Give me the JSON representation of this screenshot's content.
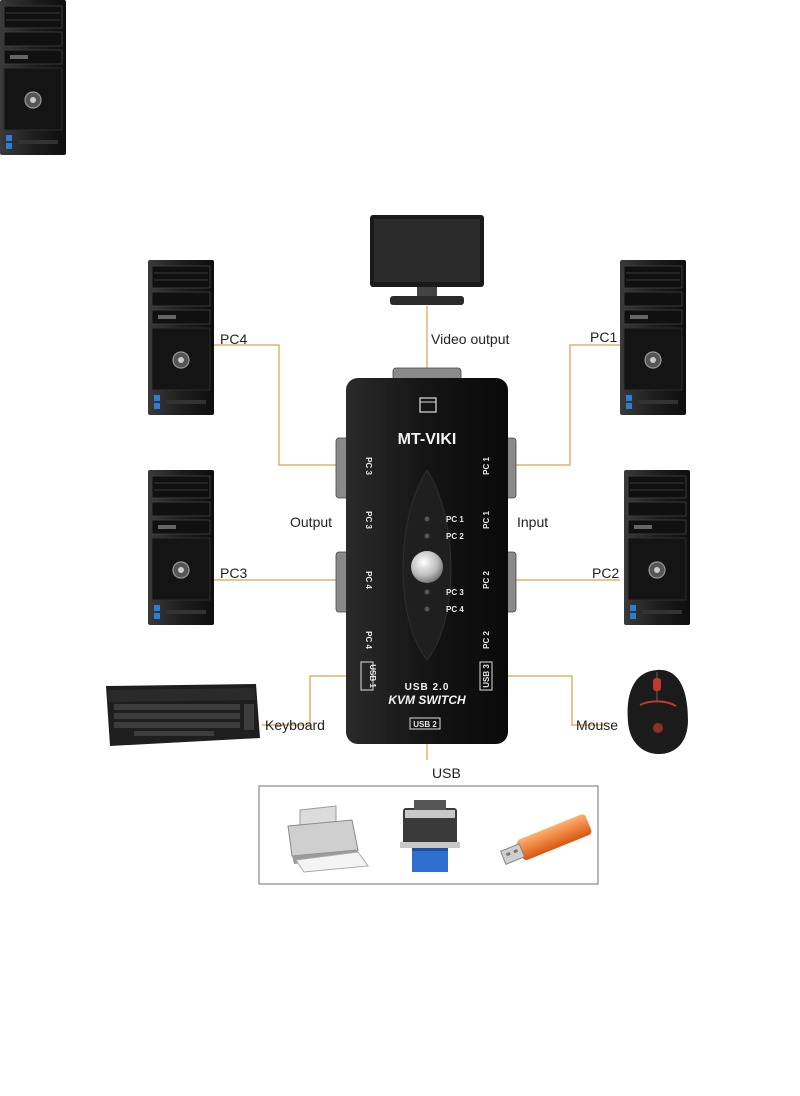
{
  "labels": {
    "pc4": "PC4",
    "pc1": "PC1",
    "pc3": "PC3",
    "pc2": "PC2",
    "video_output": "Video output",
    "output": "Output",
    "input": "Input",
    "keyboard": "Keyboard",
    "mouse": "Mouse",
    "usb": "USB"
  },
  "device": {
    "brand": "MT-VIKI",
    "line1": "USB 2.0",
    "line2": "KVM SWITCH",
    "usb1": "USB 1",
    "usb2": "USB 2",
    "usb3": "USB 3",
    "port_pc1": "PC 1",
    "port_pc2": "PC 2",
    "port_pc3": "PC 3",
    "port_pc4": "PC 4",
    "led_pc1": "PC 1",
    "led_pc2": "PC 2",
    "led_pc3": "PC 3",
    "led_pc4": "PC 4"
  },
  "colors": {
    "cable": "#e0b46a",
    "device_body": "#151515",
    "tower": "#1c1c1c",
    "usb_stick": "#f07a2a",
    "mouse_accent": "#c0392b"
  },
  "icons": [
    "monitor-icon",
    "computer-tower-icon",
    "keyboard-icon",
    "mouse-icon",
    "printer-icon",
    "usb-drive-icon"
  ]
}
